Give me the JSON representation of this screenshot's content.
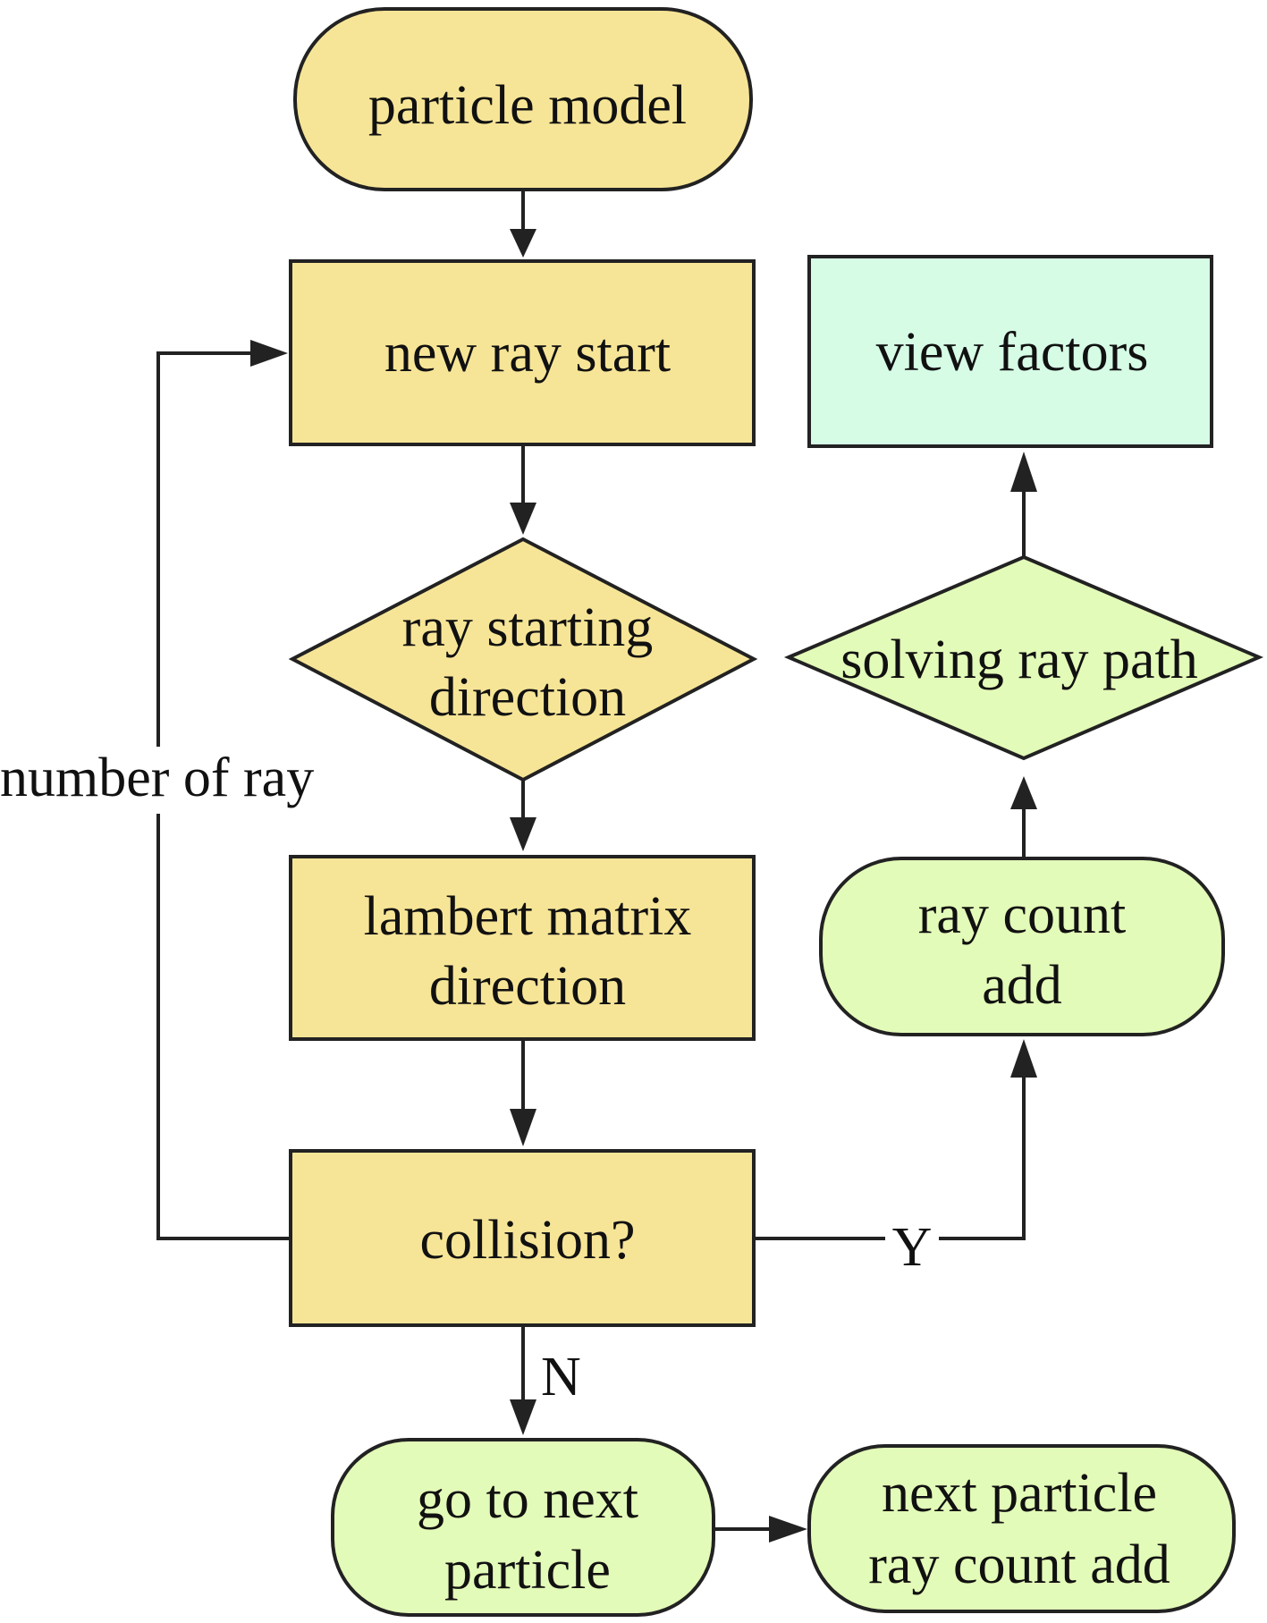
{
  "colors": {
    "yellow_fill": "#f7e597",
    "green_fill": "#e3fbb8",
    "mint_fill": "#d6fce6",
    "stroke": "#222222"
  },
  "nodes": {
    "particle_model": {
      "lines": [
        "particle model"
      ],
      "shape": "terminal"
    },
    "new_ray_start": {
      "lines": [
        "new ray start"
      ],
      "shape": "process"
    },
    "ray_starting_direction": {
      "lines": [
        "ray starting",
        "direction"
      ],
      "shape": "decision"
    },
    "lambert_matrix_direction": {
      "lines": [
        "lambert matrix",
        "direction"
      ],
      "shape": "process"
    },
    "collision": {
      "lines": [
        "collision?"
      ],
      "shape": "process"
    },
    "go_to_next_particle": {
      "lines": [
        "go to next",
        "particle"
      ],
      "shape": "terminal"
    },
    "next_particle_ray_count_add": {
      "lines": [
        "next particle",
        "ray count add"
      ],
      "shape": "terminal"
    },
    "ray_count_add": {
      "lines": [
        "ray count",
        "add"
      ],
      "shape": "terminal"
    },
    "solving_ray_path": {
      "lines": [
        "solving ray path"
      ],
      "shape": "decision"
    },
    "view_factors": {
      "lines": [
        "view factors"
      ],
      "shape": "process"
    }
  },
  "edges": {
    "loop_label": "number of ray",
    "yes_label": "Y",
    "no_label": "N"
  }
}
